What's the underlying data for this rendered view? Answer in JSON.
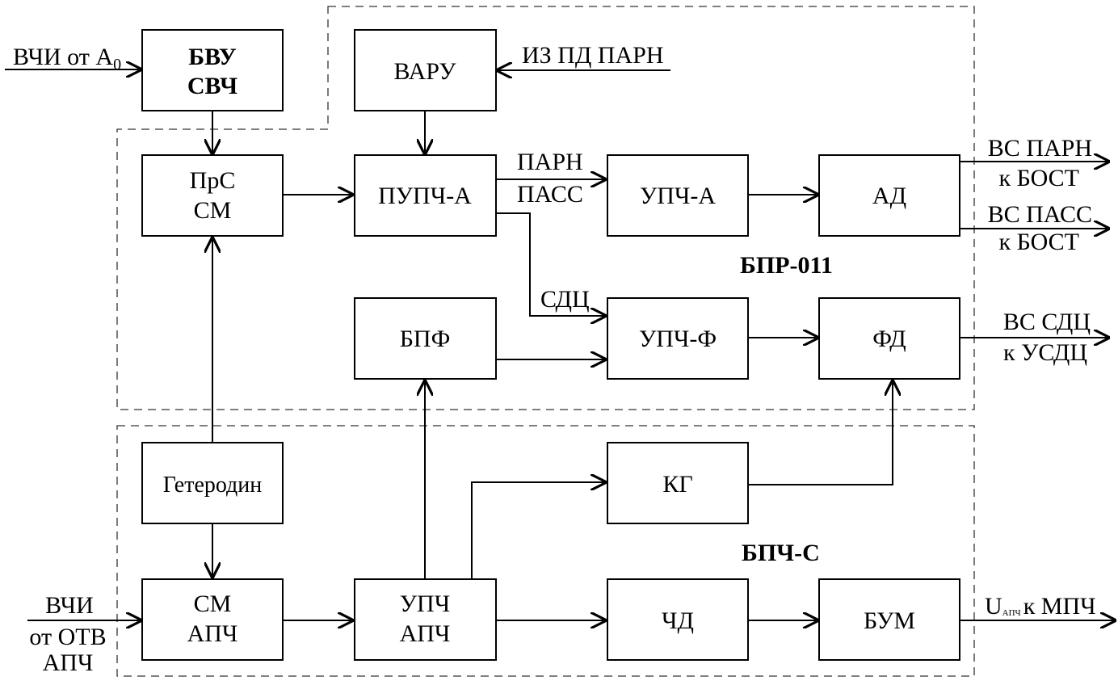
{
  "blocks": {
    "bvu": {
      "line1": "БВУ",
      "line2": "СВЧ"
    },
    "varu": {
      "label": "ВАРУ"
    },
    "prs": {
      "line1": "ПрС",
      "line2": "СМ"
    },
    "pupch_a": {
      "label": "ПУПЧ-А"
    },
    "upch_a": {
      "label": "УПЧ-А"
    },
    "ad": {
      "label": "АД"
    },
    "bpf": {
      "label": "БПФ"
    },
    "upch_f": {
      "label": "УПЧ-Ф"
    },
    "fd": {
      "label": "ФД"
    },
    "geterodin": {
      "label": "Гетеродин"
    },
    "kg": {
      "label": "КГ"
    },
    "sm_apch": {
      "line1": "СМ",
      "line2": "АПЧ"
    },
    "upch_apch": {
      "line1": "УПЧ",
      "line2": "АПЧ"
    },
    "chd": {
      "label": "ЧД"
    },
    "bum": {
      "label": "БУМ"
    }
  },
  "labels": {
    "vchi_ot_a0": {
      "main": "ВЧИ от А",
      "sub": "0"
    },
    "iz_pd_parn": "ИЗ ПД ПАРН",
    "parn": "ПАРН",
    "pass": "ПАСС",
    "sdc": "СДЦ",
    "vs_parn": "ВС ПАРН",
    "k_bost_1": "к БОСТ",
    "vs_pass": "ВС ПАСС",
    "k_bost_2": "к БОСТ",
    "vs_sdc": "ВС СДЦ",
    "k_usdc": "к УСДЦ",
    "bpr011": "БПР-011",
    "bpch_c": "БПЧ-С",
    "vchi": "ВЧИ",
    "ot_otv": "от ОТВ",
    "apch_in": "АПЧ",
    "u_apch": {
      "main": "U",
      "sub": "АПЧ",
      "rest": "к МПЧ"
    }
  }
}
